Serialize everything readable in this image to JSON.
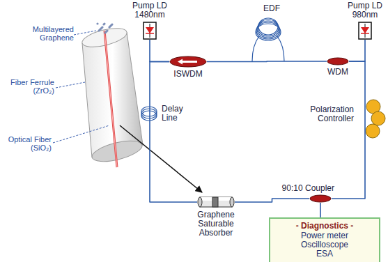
{
  "diagram": {
    "nodes": [
      {
        "text": [
          "Pump LD 1480nm"
        ]
      },
      {
        "text": [
          "Pump LD 980nm"
        ]
      },
      {
        "text": [
          "ISWDM"
        ]
      },
      {
        "text": [
          "WDM"
        ]
      },
      {
        "text": [
          "90:10 Coupler"
        ]
      },
      {
        "text": [
          "Graphene Saturable Absorber"
        ]
      },
      {
        "text": [
          "- Diagnostics -",
          "Power meter Oscilloscope ESA"
        ]
      }
    ],
    "edges": [
      {
        "from": 0,
        "to": 2,
        "arrow": "none"
      },
      {
        "from": 1,
        "to": 3,
        "arrow": "none"
      },
      {
        "from": 2,
        "to": 3,
        "arrow": "none"
      },
      {
        "from": 3,
        "to": 4,
        "arrow": "none"
      },
      {
        "from": 4,
        "to": 5,
        "arrow": "none"
      },
      {
        "from": 5,
        "to": 2,
        "arrow": "none"
      },
      {
        "from": 4,
        "to": 6,
        "arrow": "none"
      }
    ],
    "labels": [
      "EDF",
      "Delay Line",
      "Polarization Controller",
      "Multilayered Graphene",
      "Fiber Ferrule (ZrO₂)",
      "Optical Fiber (SiO₂)"
    ]
  }
}
